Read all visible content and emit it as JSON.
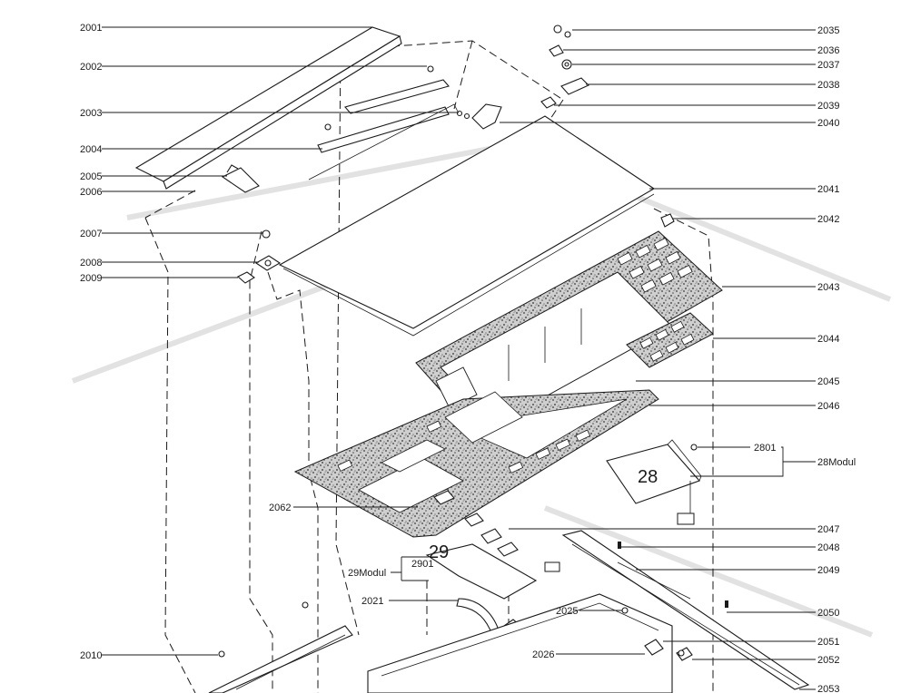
{
  "left_labels": [
    "2001",
    "2002",
    "2003",
    "2004",
    "2005",
    "2006",
    "2007",
    "2008",
    "2009",
    "2062",
    "2901",
    "2021",
    "2010",
    "2025",
    "2026"
  ],
  "right_labels": [
    "2035",
    "2036",
    "2037",
    "2038",
    "2039",
    "2040",
    "2041",
    "2042",
    "2043",
    "2044",
    "2045",
    "2046",
    "2801",
    "2047",
    "2048",
    "2049",
    "2050",
    "2051",
    "2052",
    "2053"
  ],
  "modules": {
    "m28": "28Modul",
    "m29": "29Modul",
    "big28": "28",
    "big29": "29"
  }
}
